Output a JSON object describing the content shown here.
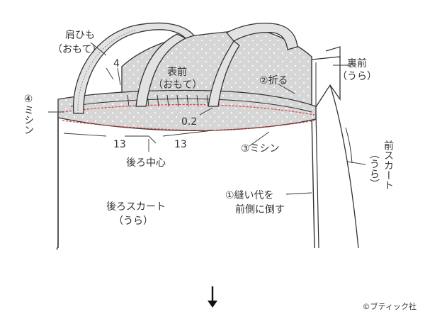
{
  "labels": {
    "strap_line1": "肩ひも",
    "strap_line2": "（おもて）",
    "measure_4": "4",
    "outer_front_line1": "表前",
    "outer_front_line2": "（おもて）",
    "step2_fold": "②折る",
    "lining_front_line1": "裏前",
    "lining_front_line2": "（うら）",
    "step4_sew": "④ミシン",
    "measure_0_2": "0.2",
    "measure_13_left": "13",
    "measure_13_right": "13",
    "step3_sew": "③ミシン",
    "back_center": "後ろ中心",
    "front_skirt_line1": "前スカート",
    "front_skirt_line2": "（うら）",
    "back_skirt_line1": "後ろスカート",
    "back_skirt_line2": "（うら）",
    "step1_line1": "①縫い代を",
    "step1_line2": "前側に倒す",
    "next_arrow": "↓",
    "copyright": "©ブティック社"
  },
  "colors": {
    "stroke": "#333333",
    "fabric_gray": "#d9d9d9",
    "stitch_red": "#e23b3b",
    "dot": "#ffffff"
  }
}
